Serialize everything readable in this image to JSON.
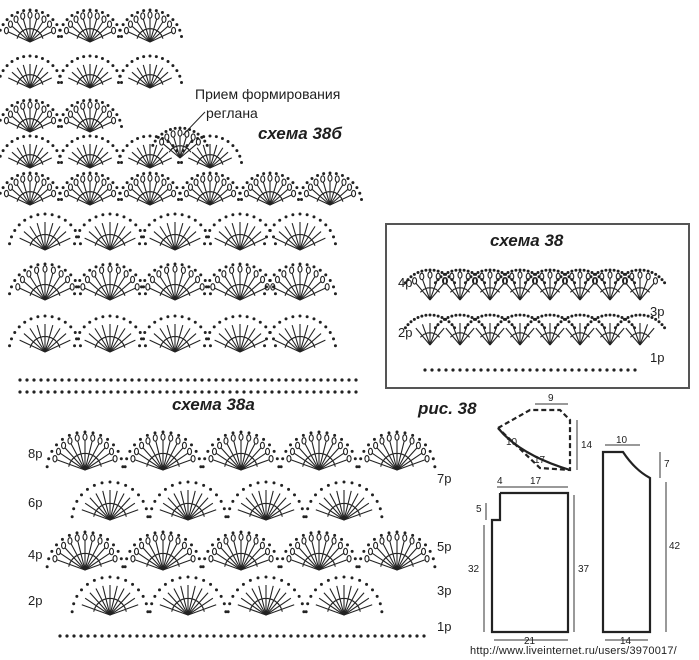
{
  "annotation": {
    "line1": "Прием формирования",
    "line2": "реглана"
  },
  "schemes": {
    "s38b": "схема 38б",
    "s38": "схема 38",
    "s38a": "схема 38а",
    "fig38": "рис. 38"
  },
  "scheme38_rows": {
    "r4": "4р",
    "r2": "2р",
    "r3": "3р",
    "r1": "1р"
  },
  "scheme38a_rows": {
    "r8": "8р",
    "r6": "6р",
    "r4": "4р",
    "r2": "2р",
    "r7": "7р",
    "r5": "5р",
    "r3": "3р",
    "r1": "1р"
  },
  "dimensions": {
    "sleeve_top": "9",
    "sleeve_slope": "10",
    "sleeve_bottom": "17",
    "sleeve_height": "14",
    "back_neck": "4",
    "back_shoulder": "17",
    "back_armhole": "5",
    "back_side": "32",
    "back_length": "37",
    "back_width": "21",
    "front_neck": "10",
    "front_drop": "7",
    "front_length": "42",
    "front_width": "14"
  },
  "watermark": "http://www.liveinternet.ru/users/3970017/"
}
